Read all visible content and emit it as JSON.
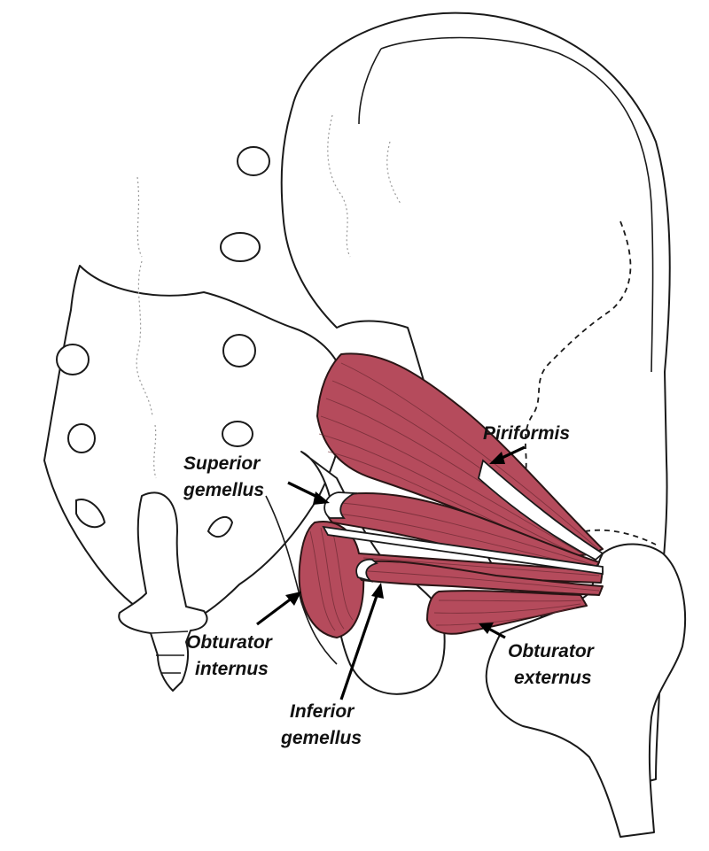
{
  "colors": {
    "muscle": "#b54b5c",
    "muscle_dark": "#8e2f3d",
    "outline": "#1a1a1a",
    "background": "#ffffff"
  },
  "labels": {
    "piriformis": "Piriformis",
    "superior_gemellus_1": "Superior",
    "superior_gemellus_2": "gemellus",
    "obturator_internus_1": "Obturator",
    "obturator_internus_2": "internus",
    "inferior_gemellus_1": "Inferior",
    "inferior_gemellus_2": "gemellus",
    "obturator_externus_1": "Obturator",
    "obturator_externus_2": "externus"
  }
}
